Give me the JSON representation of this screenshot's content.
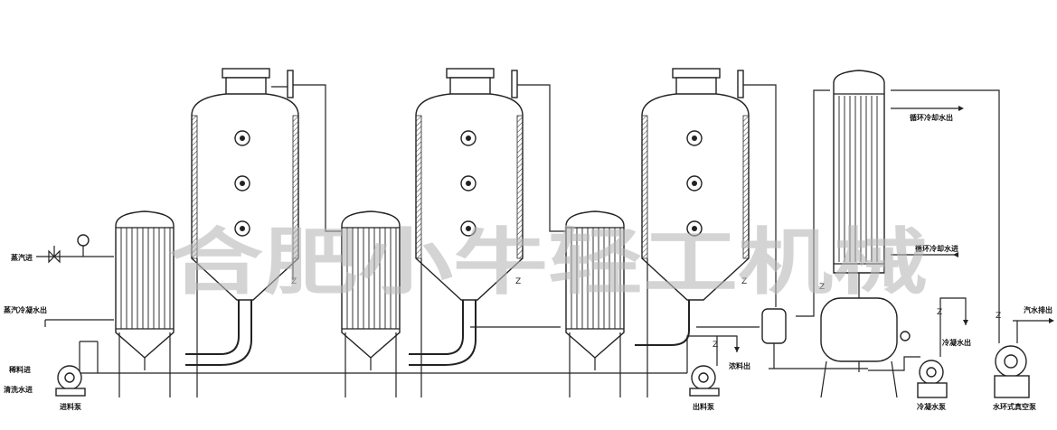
{
  "diagram": {
    "watermark": "合肥小牛轻工机械",
    "labels": {
      "steam_in": "蒸汽进",
      "steam_condensate_out": "蒸汽冷凝水出",
      "feed_in": "稀料进",
      "cleaning_water_in": "清洗水进",
      "feed_pump": "进料泵",
      "discharge_pump": "出料泵",
      "concentrate_out": "浓料出",
      "cooling_water_out_top": "循环冷却水出",
      "cooling_water_in": "循环冷却水进",
      "condensate_water_out": "冷凝水出",
      "condensate_pump": "冷凝水泵",
      "steam_water_out": "汽水排出",
      "vacuum_pump": "水环式真空泵"
    },
    "valve_mark": "Z"
  }
}
